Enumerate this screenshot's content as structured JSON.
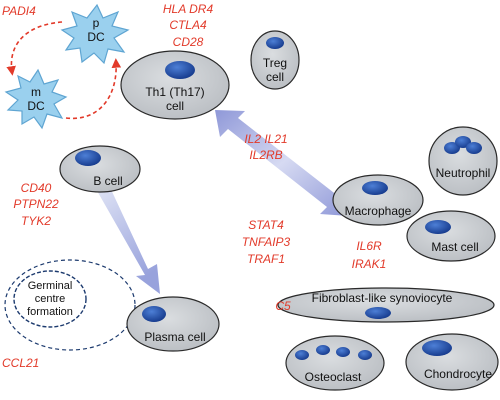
{
  "colors": {
    "cell_fill": "#c4c8cc",
    "cell_stroke": "#2a2a2a",
    "nucleus": "#1f4ea8",
    "dc_fill": "#9ad0ee",
    "dc_stroke": "#5fa5d2",
    "gene_text": "#e23a2a",
    "arrow_light": "#c7cdec",
    "arrow_dark": "#8f98d8",
    "dashed_red": "#e23a2a",
    "dashed_navy": "#1c3a6e"
  },
  "cells": {
    "pdc": {
      "line1": "p",
      "line2": "DC"
    },
    "mdc": {
      "line1": "m",
      "line2": "DC"
    },
    "th1": {
      "line1": "Th1 (Th17)",
      "line2": "cell"
    },
    "treg": {
      "line1": "Treg",
      "line2": "cell"
    },
    "bcell": {
      "label": "B cell"
    },
    "macrophage": {
      "label": "Macrophage"
    },
    "neutrophil": {
      "label": "Neutrophil"
    },
    "mast": {
      "label": "Mast cell"
    },
    "plasma": {
      "label": "Plasma cell"
    },
    "fls": {
      "label": "Fibroblast-like synoviocyte"
    },
    "osteoclast": {
      "label": "Osteoclast"
    },
    "chondrocyte": {
      "label": "Chondrocyte"
    },
    "germinal": {
      "line1": "Germinal",
      "line2": "centre",
      "line3": "formation"
    }
  },
  "genes": {
    "padi4": "PADI4",
    "hla": "HLA DR4",
    "ctla4": "CTLA4",
    "cd28": "CD28",
    "il2_il21": "IL2 IL21",
    "il2rb": "IL2RB",
    "cd40": "CD40",
    "ptpn22": "PTPN22",
    "tyk2": "TYK2",
    "stat4": "STAT4",
    "tnfaip3": "TNFAIP3",
    "traf1": "TRAF1",
    "il6r": "IL6R",
    "irak1": "IRAK1",
    "c5": "C5",
    "ccl21": "CCL21"
  }
}
